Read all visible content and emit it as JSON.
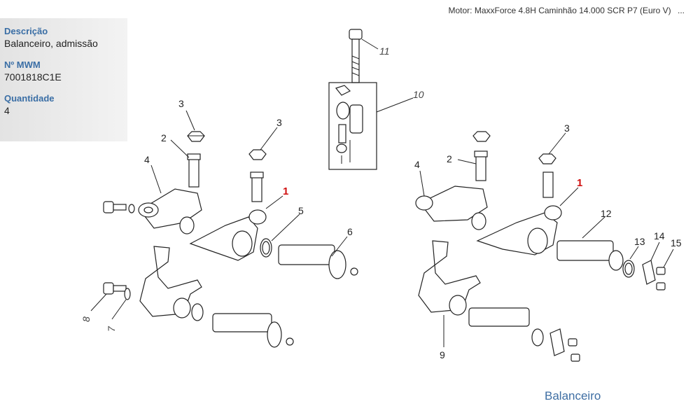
{
  "header": {
    "title": "Motor: MaxxForce 4.8H Caminhão 14.000 SCR P7 (Euro V)",
    "ellipsis": "..."
  },
  "info": {
    "description_label": "Descrição",
    "description_value": "Balanceiro, admissão",
    "mwm_label": "Nº MWM",
    "mwm_value": "7001818C1E",
    "qty_label": "Quantidade",
    "qty_value": "4"
  },
  "caption": "Balanceiro",
  "callouts": {
    "left": [
      "3",
      "2",
      "3",
      "4",
      "1",
      "5",
      "6",
      "8",
      "7"
    ],
    "center": [
      "11",
      "10"
    ],
    "right": [
      "3",
      "2",
      "4",
      "1",
      "12",
      "13",
      "14",
      "15",
      "9"
    ]
  },
  "highlight_color": "#d01010"
}
